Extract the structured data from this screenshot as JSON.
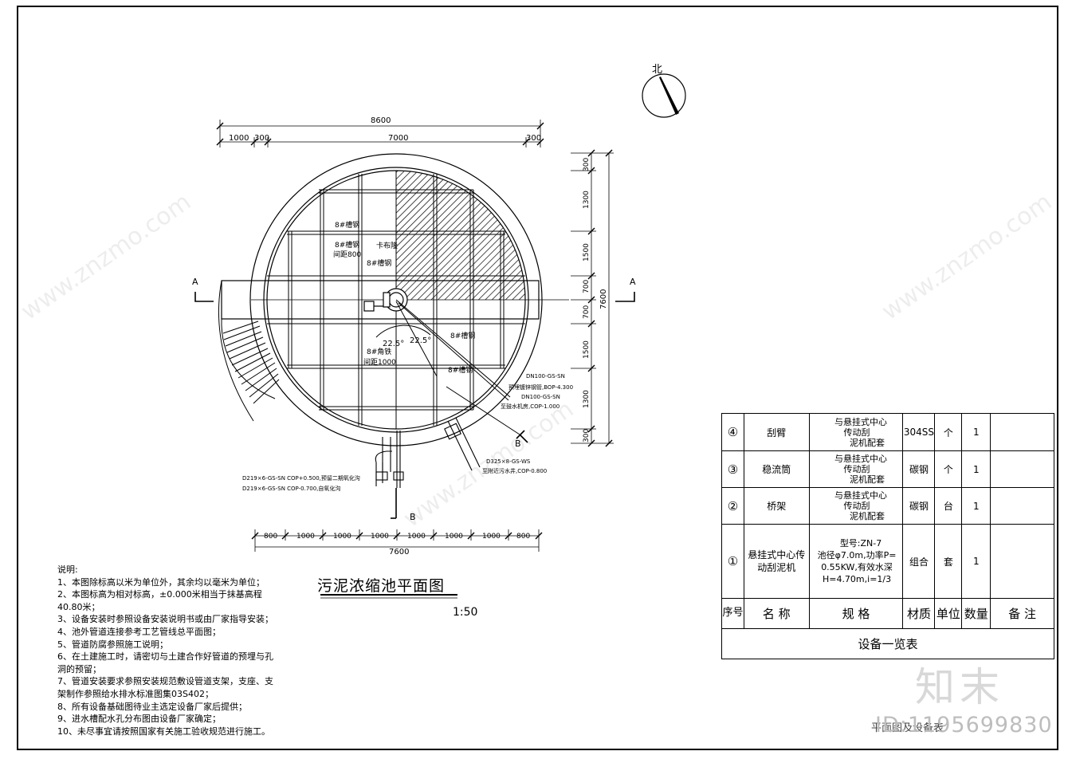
{
  "north_label": "北",
  "dims_top": {
    "overall": "8600",
    "seg_a": "1000",
    "seg_b": "300",
    "seg_c": "7000",
    "seg_d": "300"
  },
  "dims_right": {
    "s1": "300",
    "s2": "1300",
    "s3": "1500",
    "s4": "700",
    "s5": "700",
    "s6": "1500",
    "s7": "1300",
    "s8": "300",
    "overall": "7600"
  },
  "dims_bottom": {
    "s1": "800",
    "s2": "1000",
    "s3": "1000",
    "s4": "1000",
    "s5": "1000",
    "s6": "1000",
    "s7": "1000",
    "s8": "800",
    "overall": "7600"
  },
  "section_marks": {
    "a_left": "A",
    "a_right": "A",
    "b_bottom": "B",
    "b_right": "B"
  },
  "plan_labels": {
    "l1": "8#槽钢",
    "l2": "8#槽钢",
    "l3": "间距800",
    "l4": "卡布隆",
    "l5": "8#槽钢",
    "l6": "8#槽钢",
    "l7": "8#角铁",
    "l8": "间距1000",
    "l9": "8#槽钢",
    "angle1": "22.5°",
    "angle2": "22.5°",
    "pipe1": "DN100-GS-SN",
    "pipe1_note": "预埋镀锌钢管,BOP-4.300",
    "pipe2": "DN100-GS-SN",
    "pipe2_note": "至鼓水机房,COP-1.000",
    "pipe3": "D325×8-GS-WS",
    "pipe3_note": "至附近污水井,COP-0.800",
    "pipe4": "D219×6-GS-SN  COP+0.500,预留二期氧化沟",
    "pipe5": "D219×6-GS-SN  COP-0.700,自氧化沟"
  },
  "notes": [
    "说明:",
    "1、本图除标高以米为单位外，其余均以毫米为单位；",
    "2、本图标高为相对标高，±0.000米相当于抹基高程",
    "40.80米；",
    "3、设备安装时参照设备安装说明书或由厂家指导安装；",
    "4、池外管道连接参考工艺管线总平面图；",
    "5、管道防腐参照施工说明；",
    "6、在土建施工时，请密切与土建合作好管道的预埋与孔",
    "洞的预留；",
    "7、管道安装要求参照安装规范敷设管道支架，支座、支",
    "架制作参照给水排水标准图集03S402；",
    "8、所有设备基础图待业主选定设备厂家后提供；",
    "9、进水槽配水孔分布图由设备厂家确定；",
    "10、未尽事宜请按照国家有关施工验收规范进行施工。"
  ],
  "title": "污泥浓缩池平面图",
  "scale": "1:50",
  "table": {
    "rows": [
      {
        "no": "④",
        "name": "刮臂",
        "spec": [
          "与悬挂式中心",
          "传动刮",
          "泥机配套"
        ],
        "material": "304SS",
        "unit": "个",
        "qty": "1",
        "remark": ""
      },
      {
        "no": "③",
        "name": "稳流筒",
        "spec": [
          "与悬挂式中心",
          "传动刮",
          "泥机配套"
        ],
        "material": "碳钢",
        "unit": "个",
        "qty": "1",
        "remark": ""
      },
      {
        "no": "②",
        "name": "桥架",
        "spec": [
          "与悬挂式中心",
          "传动刮",
          "泥机配套"
        ],
        "material": "碳钢",
        "unit": "台",
        "qty": "1",
        "remark": ""
      },
      {
        "no": "①",
        "name": "悬挂式中心传动刮泥机",
        "spec": [
          "型号:ZN-7",
          "池径φ7.0m,功率P=",
          "0.55KW,有效水深",
          "H=4.70m,i=1/3"
        ],
        "material": "组合",
        "unit": "套",
        "qty": "1",
        "remark": ""
      }
    ],
    "header": {
      "no": "序号",
      "name": "名 称",
      "spec": "规 格",
      "material": "材质",
      "unit": "单位",
      "qty": "数量",
      "remark": "备 注"
    },
    "caption": "设备一览表"
  },
  "watermark": {
    "logo": "知末",
    "id": "ID:1195699830",
    "site": "www.znzmo.com"
  },
  "sheet_label": "平面图及设备表"
}
